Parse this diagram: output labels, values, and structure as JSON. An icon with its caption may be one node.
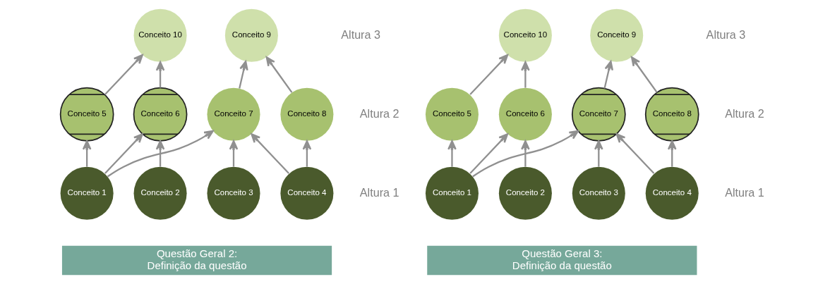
{
  "diagram": {
    "nodes": [
      {
        "text": [
          "Conceito 10"
        ]
      },
      {
        "text": [
          "Conceito 9"
        ]
      },
      {
        "text": [
          "Conceito 5"
        ]
      },
      {
        "text": [
          "Conceito 6"
        ]
      },
      {
        "text": [
          "Conceito 7"
        ]
      },
      {
        "text": [
          "Conceito 8"
        ]
      },
      {
        "text": [
          "Conceito 1"
        ]
      },
      {
        "text": [
          "Conceito 2"
        ]
      },
      {
        "text": [
          "Conceito 3"
        ]
      },
      {
        "text": [
          "Conceito 4"
        ]
      },
      {
        "text": [
          "Questão Geral 2:",
          "Definição da questão"
        ]
      },
      {
        "text": [
          "Conceito 10"
        ]
      },
      {
        "text": [
          "Conceito 9"
        ]
      },
      {
        "text": [
          "Conceito 5"
        ]
      },
      {
        "text": [
          "Conceito 6"
        ]
      },
      {
        "text": [
          "Conceito 7"
        ]
      },
      {
        "text": [
          "Conceito 8"
        ]
      },
      {
        "text": [
          "Conceito 1"
        ]
      },
      {
        "text": [
          "Conceito 2"
        ]
      },
      {
        "text": [
          "Conceito 3"
        ]
      },
      {
        "text": [
          "Conceito 4"
        ]
      },
      {
        "text": [
          "Questão Geral 3:",
          "Definição da questão"
        ]
      }
    ],
    "edges": [
      {
        "from": 6,
        "to": 2,
        "arrow": "to"
      },
      {
        "from": 6,
        "to": 3,
        "arrow": "to"
      },
      {
        "from": 6,
        "to": 4,
        "arrow": "to"
      },
      {
        "from": 7,
        "to": 3,
        "arrow": "to"
      },
      {
        "from": 8,
        "to": 4,
        "arrow": "to"
      },
      {
        "from": 9,
        "to": 4,
        "arrow": "to"
      },
      {
        "from": 9,
        "to": 5,
        "arrow": "to"
      },
      {
        "from": 2,
        "to": 0,
        "arrow": "to"
      },
      {
        "from": 3,
        "to": 0,
        "arrow": "to"
      },
      {
        "from": 4,
        "to": 1,
        "arrow": "to"
      },
      {
        "from": 5,
        "to": 1,
        "arrow": "to"
      },
      {
        "from": 17,
        "to": 13,
        "arrow": "to"
      },
      {
        "from": 17,
        "to": 14,
        "arrow": "to"
      },
      {
        "from": 17,
        "to": 15,
        "arrow": "to"
      },
      {
        "from": 18,
        "to": 14,
        "arrow": "to"
      },
      {
        "from": 19,
        "to": 15,
        "arrow": "to"
      },
      {
        "from": 20,
        "to": 15,
        "arrow": "to"
      },
      {
        "from": 20,
        "to": 16,
        "arrow": "to"
      },
      {
        "from": 13,
        "to": 11,
        "arrow": "to"
      },
      {
        "from": 14,
        "to": 11,
        "arrow": "to"
      },
      {
        "from": 15,
        "to": 12,
        "arrow": "to"
      },
      {
        "from": 16,
        "to": 12,
        "arrow": "to"
      }
    ],
    "labels": [
      "Altura 3",
      "Altura 2",
      "Altura 1",
      "Altura 3",
      "Altura 2",
      "Altura 1"
    ]
  }
}
